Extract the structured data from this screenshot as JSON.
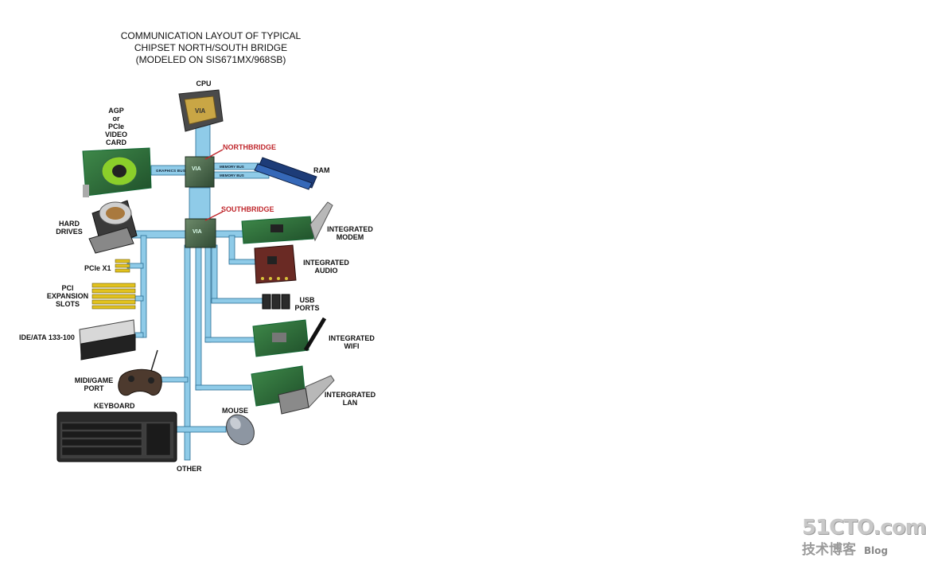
{
  "title": {
    "line1": "COMMUNICATION LAYOUT OF TYPICAL",
    "line2": "CHIPSET NORTH/SOUTH BRIDGE",
    "line3": "(MODELED ON SIS671MX/968SB)"
  },
  "labels": {
    "cpu": "CPU",
    "agp1": "AGP",
    "agp2": "or",
    "agp3": "PCIe",
    "agp4": "VIDEO",
    "agp5": "CARD",
    "northbridge": "NORTHBRIDGE",
    "southbridge": "SOUTHBRIDGE",
    "ram": "RAM",
    "hdd1": "HARD",
    "hdd2": "DRIVES",
    "pcie_x1": "PCIe X1",
    "pci1": "PCI",
    "pci2": "EXPANSION",
    "pci3": "SLOTS",
    "ide": "IDE/ATA 133-100",
    "midi1": "MIDI/GAME",
    "midi2": "PORT",
    "keyboard": "KEYBOARD",
    "mouse": "MOUSE",
    "other": "OTHER",
    "modem1": "INTEGRATED",
    "modem2": "MODEM",
    "audio1": "INTEGRATED",
    "audio2": "AUDIO",
    "usb1": "USB",
    "usb2": "PORTS",
    "wifi1": "INTEGRATED",
    "wifi2": "WIFI",
    "lan1": "INTERGRATED",
    "lan2": "LAN"
  },
  "bus_labels": {
    "graphics": "GRAPHICS BUS",
    "memory1": "MEMORY BUS",
    "memory2": "MEMORY BUS"
  },
  "watermark": {
    "site": "51CTO.com",
    "cn": "技术博客",
    "blog": "Blog"
  },
  "colors": {
    "bus": "#8fcbe8",
    "bus_edge": "#2a6d94",
    "accent_red": "#c0282d"
  }
}
